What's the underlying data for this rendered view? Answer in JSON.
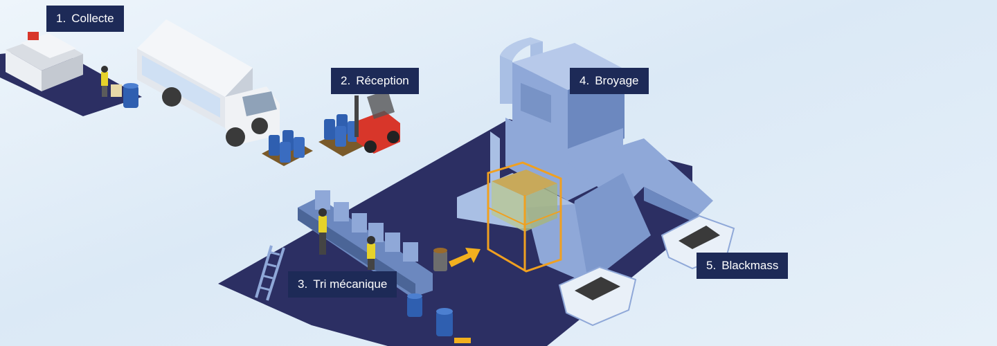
{
  "steps": [
    {
      "num": "1.",
      "label": "Collecte"
    },
    {
      "num": "2.",
      "label": "Réception"
    },
    {
      "num": "3.",
      "label": "Tri mécanique"
    },
    {
      "num": "4.",
      "label": "Broyage"
    },
    {
      "num": "5.",
      "label": "Blackmass"
    }
  ],
  "colors": {
    "platform": "#2c2f63",
    "machine": "#8fa8d8",
    "machine_dark": "#6c88bf",
    "label_bg": "#1d2a57",
    "barrel": "#2f5fb0",
    "cage": "#f0a020",
    "arrow": "#f2b01e",
    "forklift": "#d8362a"
  },
  "icons": [
    "shop-icon",
    "truck-icon",
    "forklift-icon",
    "barrel-icon",
    "conveyor-icon",
    "worker-icon",
    "shredder-icon",
    "cage-icon",
    "bin-icon",
    "ladder-icon",
    "arrow-icon"
  ]
}
